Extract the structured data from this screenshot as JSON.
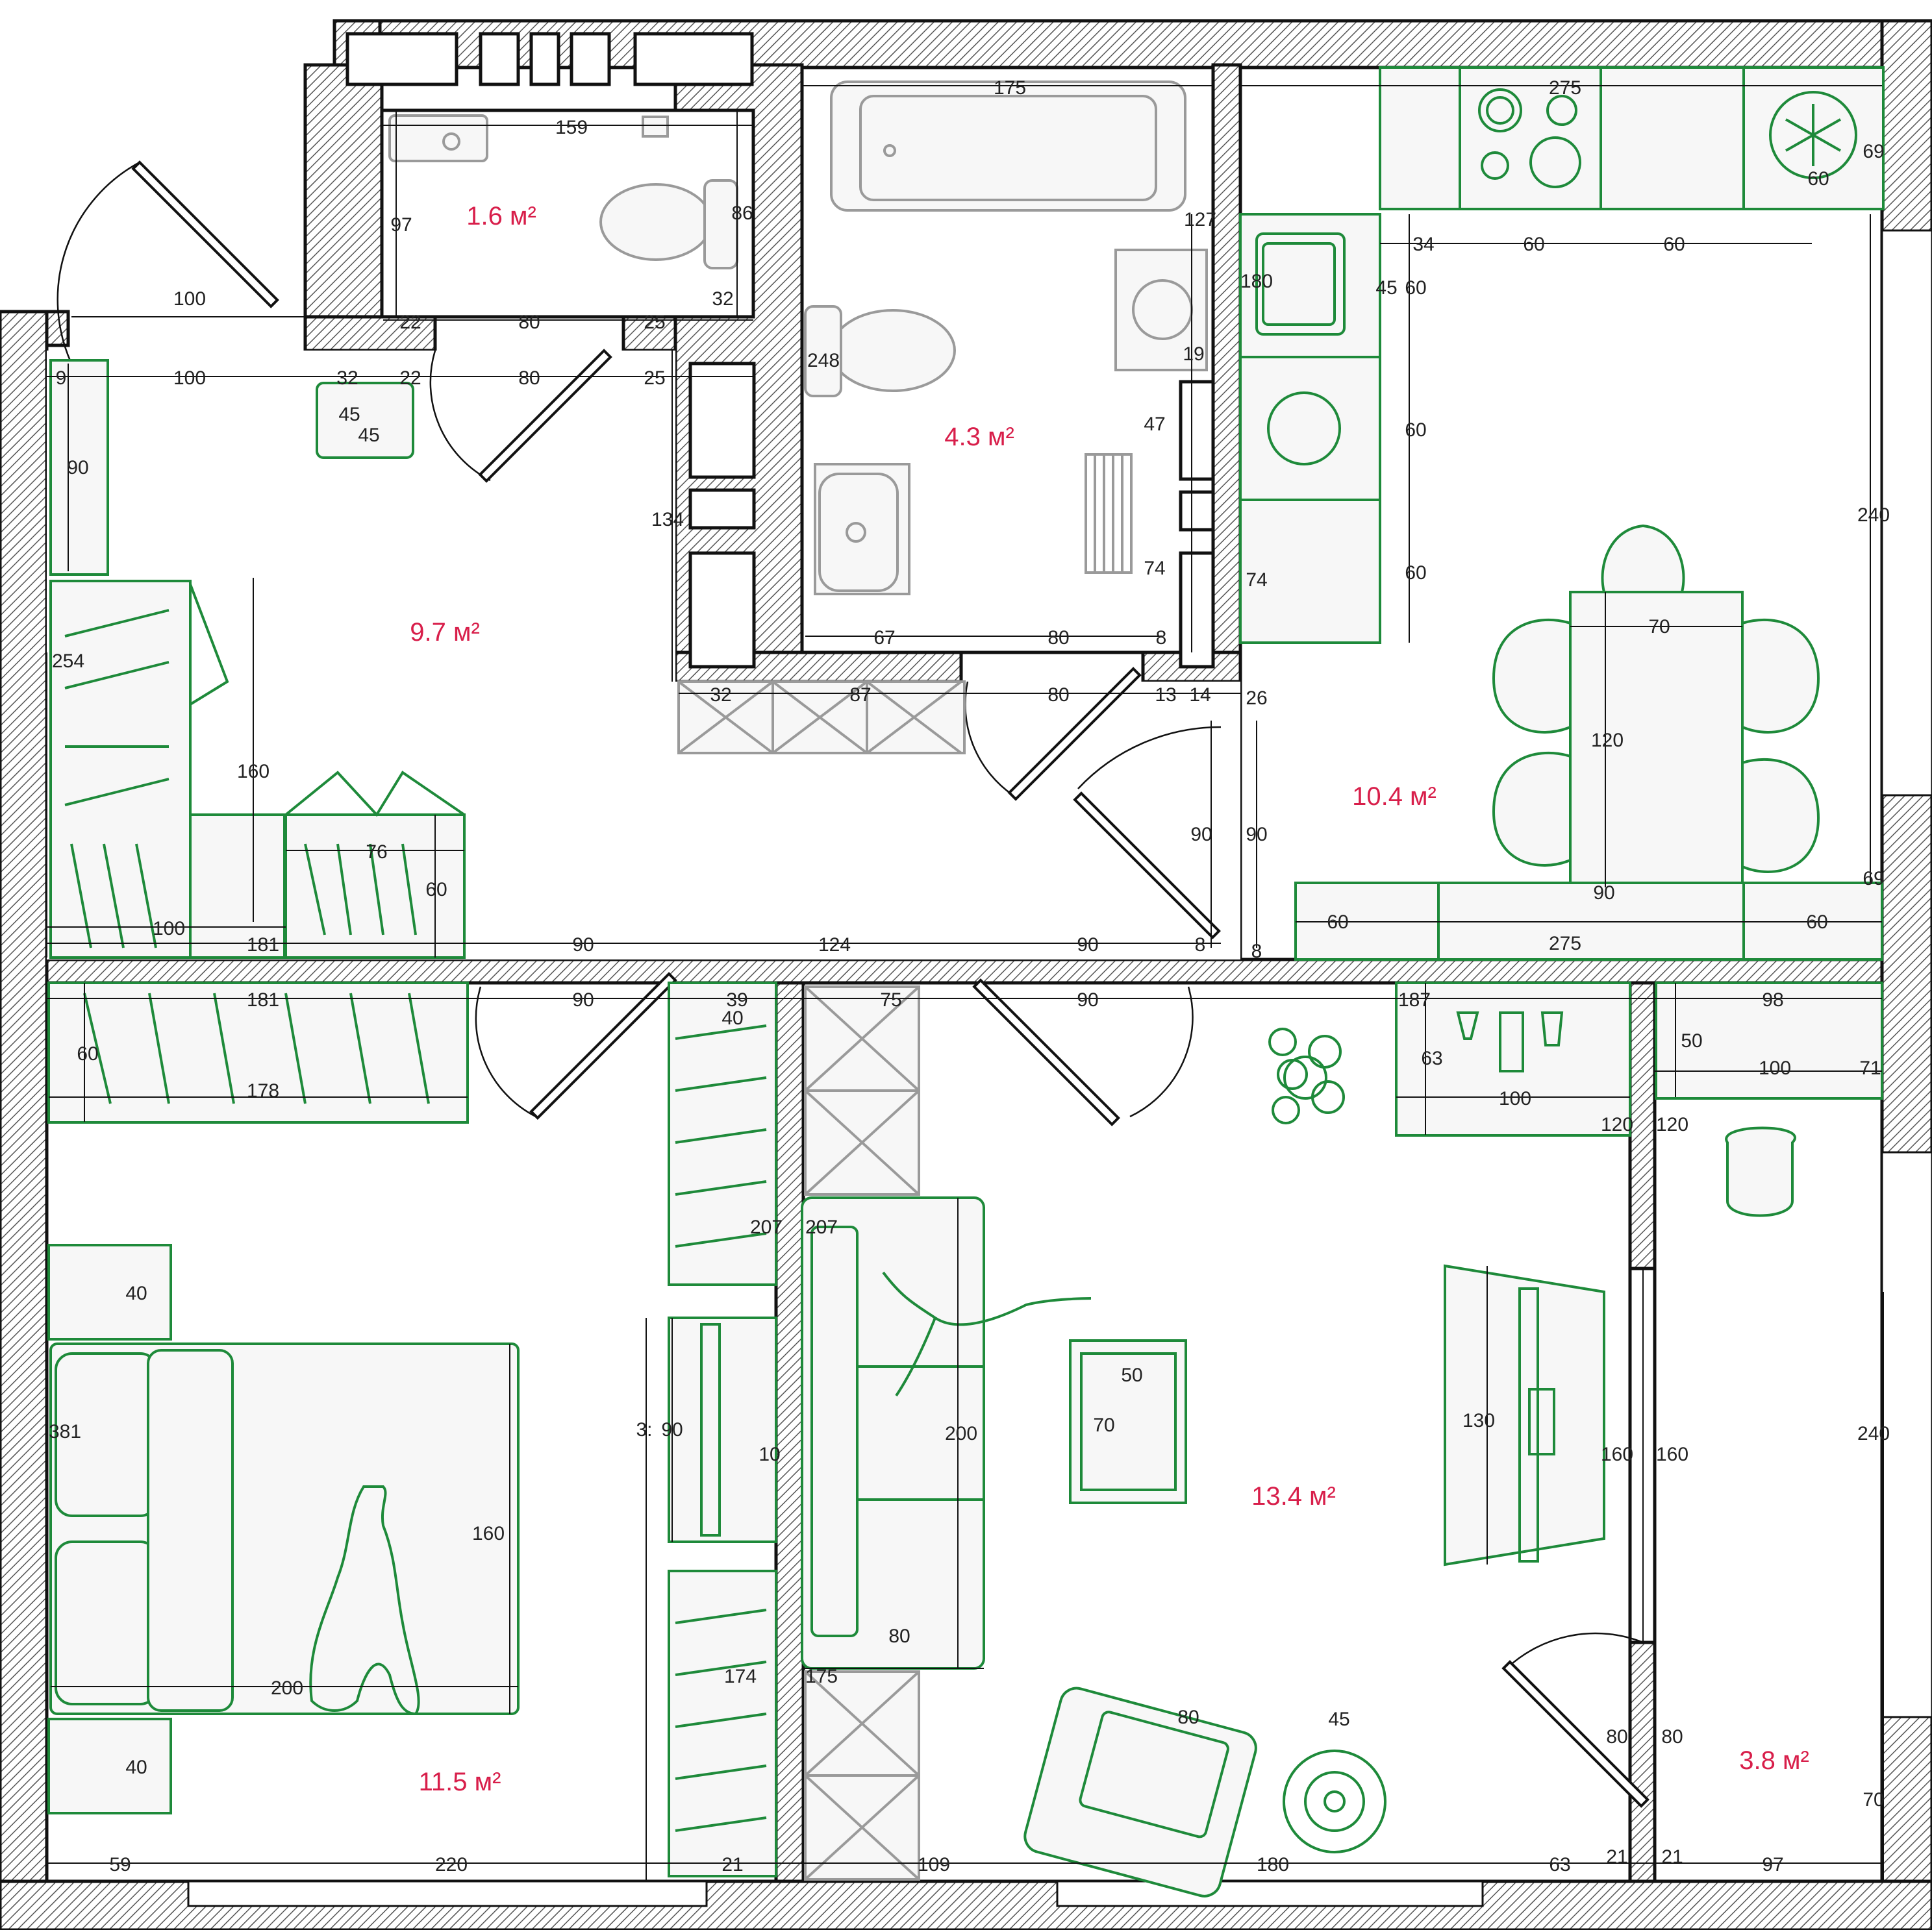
{
  "rooms": [
    {
      "id": "toilet",
      "area": "1.6 м²"
    },
    {
      "id": "bathroom",
      "area": "4.3 м²"
    },
    {
      "id": "hallway",
      "area": "9.7 м²"
    },
    {
      "id": "kitchen",
      "area": "10.4 м²"
    },
    {
      "id": "bedroom",
      "area": "11.5 м²"
    },
    {
      "id": "living_room",
      "area": "13.4 м²"
    },
    {
      "id": "balcony",
      "area": "3.8 м²"
    }
  ],
  "dimensions": {
    "d159": "159",
    "d97": "97",
    "d86": "86",
    "d32a": "32",
    "d22a": "22",
    "d80a": "80",
    "d25a": "25",
    "d100a": "100",
    "d9": "9",
    "d100b": "100",
    "d32b": "32",
    "d22b": "22",
    "d80b": "80",
    "d25b": "25",
    "d45a": "45",
    "d45b": "45",
    "d90a": "90",
    "d175a": "175",
    "d127": "127",
    "d248": "248",
    "d19": "19",
    "d47": "47",
    "d74a": "74",
    "d134": "134",
    "d67": "67",
    "d80c": "80",
    "d8a": "8",
    "d32c": "32",
    "d87": "87",
    "d80d": "80",
    "d13": "13",
    "d14": "14",
    "d26": "26",
    "d275a": "275",
    "d69a": "69",
    "d60a": "60",
    "d34": "34",
    "d60b": "60",
    "d60c": "60",
    "d180": "180",
    "d45c": "45",
    "d60d": "60",
    "d60e": "60",
    "d60f": "60",
    "d74b": "74",
    "d240a": "240",
    "d70a": "70",
    "d120a": "120",
    "d90b": "90",
    "d90c": "90",
    "d90d": "90",
    "d69b": "69",
    "d60g": "60",
    "d275b": "275",
    "d60h": "60",
    "d254": "254",
    "d160a": "160",
    "d76": "76",
    "d60i": "60",
    "d100c": "100",
    "d181a": "181",
    "d90e": "90",
    "d124": "124",
    "d90f": "90",
    "d8b": "8",
    "d8c": "8",
    "d181b": "181",
    "d90g": "90",
    "d39": "39",
    "d40a": "40",
    "d75": "75",
    "d90h": "90",
    "d187": "187",
    "d98": "98",
    "d60j": "60",
    "d178": "178",
    "d63a": "63",
    "d100d": "100",
    "d50a": "50",
    "d100e": "100",
    "d71": "71",
    "d120b": "120",
    "d120c": "120",
    "d207a": "207",
    "d207b": "207",
    "d40b": "40",
    "d381": "381",
    "d3x": "3:",
    "d90i": "90",
    "d10": "10",
    "d200a": "200",
    "d50b": "50",
    "d70b": "70",
    "d130": "130",
    "d160b": "160",
    "d160c": "160",
    "d240b": "240",
    "d160d": "160",
    "d200b": "200",
    "d80e": "80",
    "d174": "174",
    "d175b": "175",
    "d80f": "80",
    "d45d": "45",
    "d80g": "80",
    "d80h": "80",
    "d40c": "40",
    "d70c": "70",
    "d59": "59",
    "d220": "220",
    "d21a": "21",
    "d109": "109",
    "d180b": "180",
    "d63b": "63",
    "d21b": "21",
    "d21c": "21",
    "d97b": "97"
  },
  "colors": {
    "wall_outline": "#111111",
    "furniture": "#1e8a3a",
    "fixture": "#9a9a9a",
    "area_label": "#d81e4a"
  },
  "icons": [
    "snowflake-icon",
    "plant-icon",
    "person-figure-icon",
    "cooktop-icon",
    "toilet-icon",
    "sink-icon",
    "bathtub-icon",
    "washing-machine-icon"
  ]
}
